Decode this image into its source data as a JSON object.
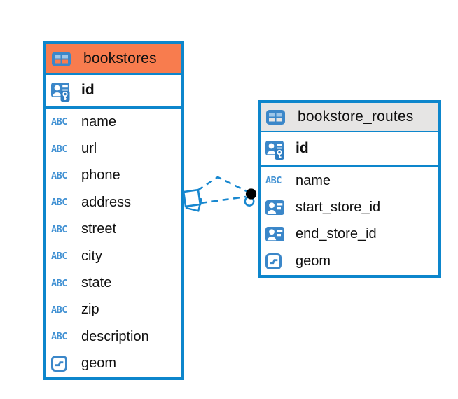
{
  "colors": {
    "table_border": "#0d86cc",
    "icon_blue": "#3b87c9",
    "icon_cell_light": "#9ec6e8",
    "abc_blue": "#4191d3",
    "connector_line": "#1787cf",
    "text": "#101010"
  },
  "diagram": {
    "tables": [
      {
        "name": "bookstores",
        "header_bg": "#f87c4e",
        "columns": [
          {
            "label": "id",
            "type": "primary-key"
          },
          {
            "label": "name",
            "type": "text"
          },
          {
            "label": "url",
            "type": "text"
          },
          {
            "label": "phone",
            "type": "text"
          },
          {
            "label": "address",
            "type": "text"
          },
          {
            "label": "street",
            "type": "text"
          },
          {
            "label": "city",
            "type": "text"
          },
          {
            "label": "state",
            "type": "text"
          },
          {
            "label": "zip",
            "type": "text"
          },
          {
            "label": "description",
            "type": "text"
          },
          {
            "label": "geom",
            "type": "geometry"
          }
        ]
      },
      {
        "name": "bookstore_routes",
        "header_bg": "#e6e5e4",
        "columns": [
          {
            "label": "id",
            "type": "primary-key"
          },
          {
            "label": "name",
            "type": "text"
          },
          {
            "label": "start_store_id",
            "type": "reference"
          },
          {
            "label": "end_store_id",
            "type": "reference"
          },
          {
            "label": "geom",
            "type": "geometry"
          }
        ]
      }
    ],
    "relationships": [
      {
        "between": [
          "bookstores",
          "bookstore_routes"
        ],
        "style": "dashed"
      },
      {
        "between": [
          "bookstores",
          "bookstore_routes"
        ],
        "style": "dashed"
      }
    ]
  }
}
